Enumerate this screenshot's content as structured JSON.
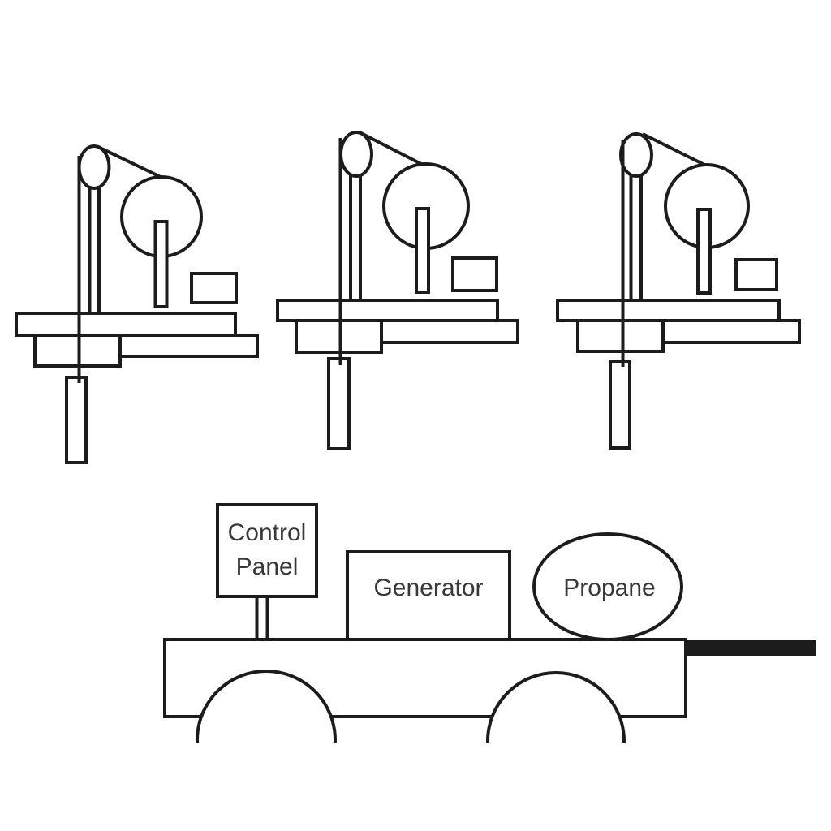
{
  "colors": {
    "background": "#ffffff",
    "line": "#1c1c1c",
    "text": "#383838"
  },
  "trailer": {
    "control_panel": {
      "line1": "Control",
      "line2": "Panel"
    },
    "generator": {
      "label": "Generator"
    },
    "propane": {
      "label": "Propane"
    }
  }
}
